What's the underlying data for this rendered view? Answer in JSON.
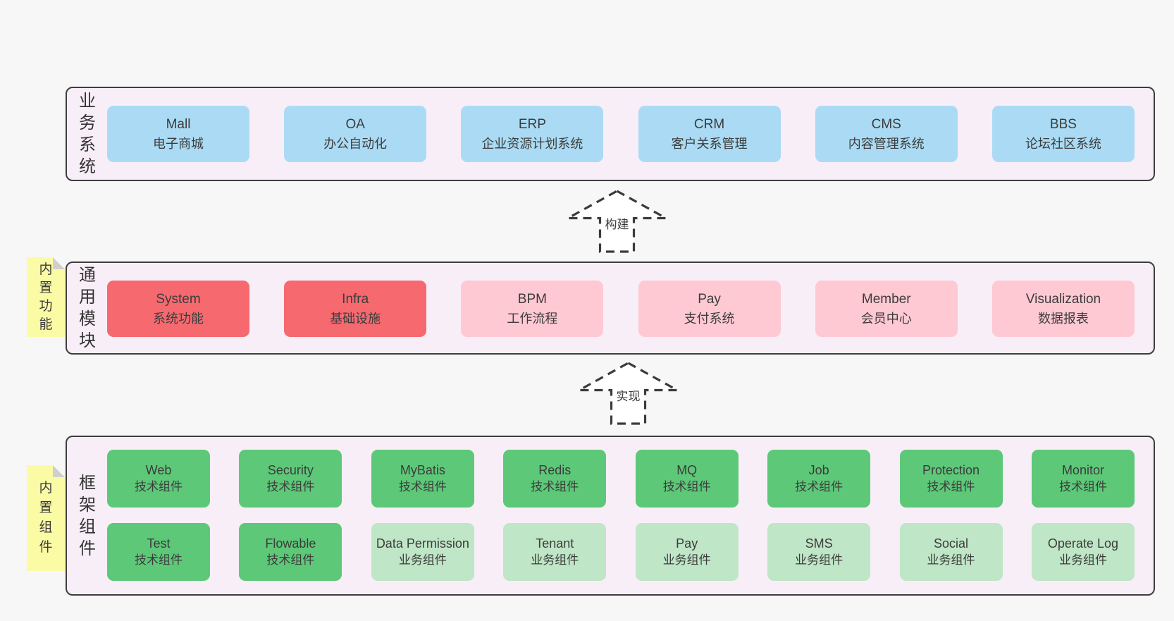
{
  "diagram": {
    "arrows": [
      {
        "label": "构建"
      },
      {
        "label": "实现"
      }
    ],
    "stickies": [
      {
        "text": "内置功能"
      },
      {
        "text": "内置组件"
      }
    ],
    "layers": [
      {
        "side_label": "业务系统",
        "boxes": [
          {
            "en": "Mall",
            "zh": "电子商城"
          },
          {
            "en": "OA",
            "zh": "办公自动化"
          },
          {
            "en": "ERP",
            "zh": "企业资源计划系统"
          },
          {
            "en": "CRM",
            "zh": "客户关系管理"
          },
          {
            "en": "CMS",
            "zh": "内容管理系统"
          },
          {
            "en": "BBS",
            "zh": "论坛社区系统"
          }
        ]
      },
      {
        "side_label": "通用模块",
        "boxes": [
          {
            "en": "System",
            "zh": "系统功能"
          },
          {
            "en": "Infra",
            "zh": "基础设施"
          },
          {
            "en": "BPM",
            "zh": "工作流程"
          },
          {
            "en": "Pay",
            "zh": "支付系统"
          },
          {
            "en": "Member",
            "zh": "会员中心"
          },
          {
            "en": "Visualization",
            "zh": "数据报表"
          }
        ]
      },
      {
        "side_label": "框架组件",
        "rows": [
          {
            "boxes": [
              {
                "en": "Web",
                "zh": "技术组件"
              },
              {
                "en": "Security",
                "zh": "技术组件"
              },
              {
                "en": "MyBatis",
                "zh": "技术组件"
              },
              {
                "en": "Redis",
                "zh": "技术组件"
              },
              {
                "en": "MQ",
                "zh": "技术组件"
              },
              {
                "en": "Job",
                "zh": "技术组件"
              },
              {
                "en": "Protection",
                "zh": "技术组件"
              },
              {
                "en": "Monitor",
                "zh": "技术组件"
              }
            ]
          },
          {
            "boxes": [
              {
                "en": "Test",
                "zh": "技术组件"
              },
              {
                "en": "Flowable",
                "zh": "技术组件"
              },
              {
                "en": "Data Permission",
                "zh": "业务组件"
              },
              {
                "en": "Tenant",
                "zh": "业务组件"
              },
              {
                "en": "Pay",
                "zh": "业务组件"
              },
              {
                "en": "SMS",
                "zh": "业务组件"
              },
              {
                "en": "Social",
                "zh": "业务组件"
              },
              {
                "en": "Operate Log",
                "zh": "业务组件"
              }
            ]
          }
        ]
      }
    ],
    "colors": {
      "page_bg": "#f7f7f7",
      "panel_bg": "#f8eef7",
      "panel_border": "#3e3e3e",
      "business_box": "#abdbf4",
      "core_module_box": "#f5696f",
      "optional_module_box": "#ffc9d3",
      "tech_component_box": "#5dc878",
      "biz_component_box": "#bfe6c6",
      "sticky_bg": "#fbfba5",
      "text": "#3c3c3c"
    }
  }
}
